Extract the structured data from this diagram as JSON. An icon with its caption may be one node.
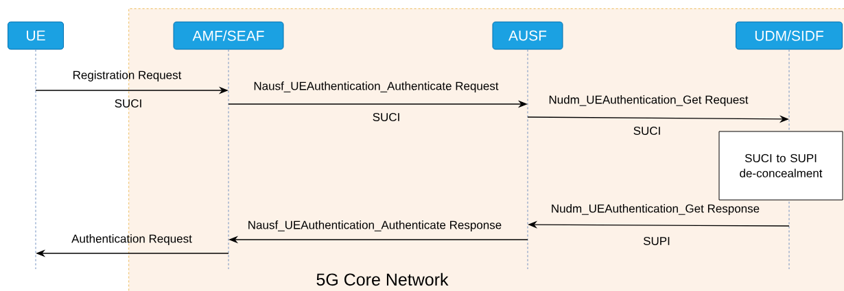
{
  "diagram": {
    "nodes": [
      {
        "text": [
          "UE"
        ]
      },
      {
        "text": [
          "5G Core Network"
        ]
      },
      {
        "text": [
          "AMF/SEAF"
        ],
        "in": 1
      },
      {
        "text": [
          "AUSF"
        ],
        "in": 1
      },
      {
        "text": [
          "UDM/SIDF"
        ],
        "in": 1
      },
      {
        "text": [
          "SUCI to SUPI de-concealment"
        ],
        "in": 1
      }
    ],
    "edges": [
      {
        "from": 0,
        "to": 2,
        "arrow": "to",
        "label": "Registration Request"
      },
      {
        "from": 2,
        "to": 3,
        "arrow": "to",
        "label": "Nausf_UEAuthentication_Authenticate Request"
      },
      {
        "from": 3,
        "to": 4,
        "arrow": "to",
        "label": "Nudm_UEAuthentication_Get Request"
      },
      {
        "from": 4,
        "to": 3,
        "arrow": "to",
        "label": "Nudm_UEAuthentication_Get Response"
      },
      {
        "from": 3,
        "to": 2,
        "arrow": "to",
        "label": "Nausf_UEAuthentication_Authenticate Response"
      },
      {
        "from": 2,
        "to": 0,
        "arrow": "to",
        "label": "Authentication Request"
      }
    ],
    "labels": [
      "SUCI",
      "SUCI",
      "SUCI",
      "SUPI"
    ]
  }
}
